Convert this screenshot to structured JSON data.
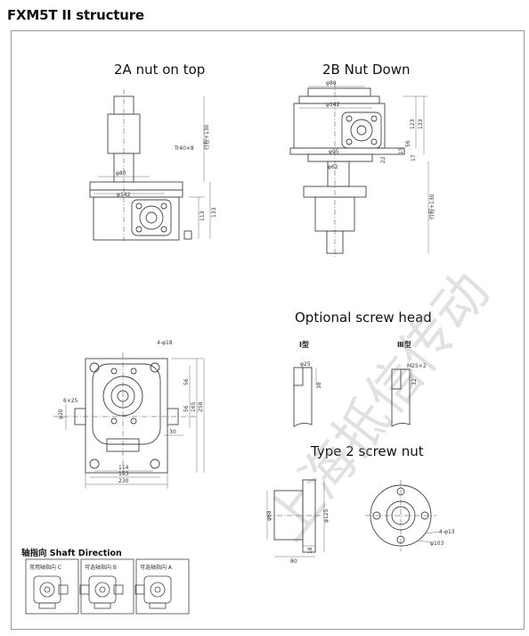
{
  "page_title": "FXM5T II structure",
  "headings": {
    "nut_on_top": "2A nut on top",
    "nut_down": "2B Nut Down",
    "screw_head": "Optional screw head",
    "screw_nut": "Type 2 screw nut"
  },
  "screw_head_types": {
    "type_1": "I型",
    "type_3": "Ⅲ型"
  },
  "shaft": {
    "title": "轴指向 Shaft Direction",
    "options": [
      "常用轴指向 C",
      "可选轴指向 B",
      "可选轴指向 A"
    ]
  },
  "dims": {
    "phi80": "φ80",
    "phi142": "φ142",
    "stroke130": "行程+130",
    "tr40": "Tr40×8",
    "d113": "113",
    "d133": "133",
    "d123": "123",
    "d56": "56",
    "d15": "15",
    "d17": "17",
    "d22": "22",
    "phi95": "φ95",
    "phi62": "φ62",
    "holes": "4-φ18",
    "key": "6×25",
    "phi20": "φ20",
    "d165": "165",
    "d258": "258",
    "d30": "30",
    "d114": "114",
    "d153": "153",
    "d230": "230",
    "phi25": "φ25",
    "d38": "38",
    "m25": "M25×2",
    "d32": "32",
    "phi68": "φ68",
    "phi125": "φ125",
    "d18": "18",
    "d80": "80",
    "nutholes": "4-φ13",
    "phi103": "φ103"
  },
  "watermark": "上海抵信传动"
}
